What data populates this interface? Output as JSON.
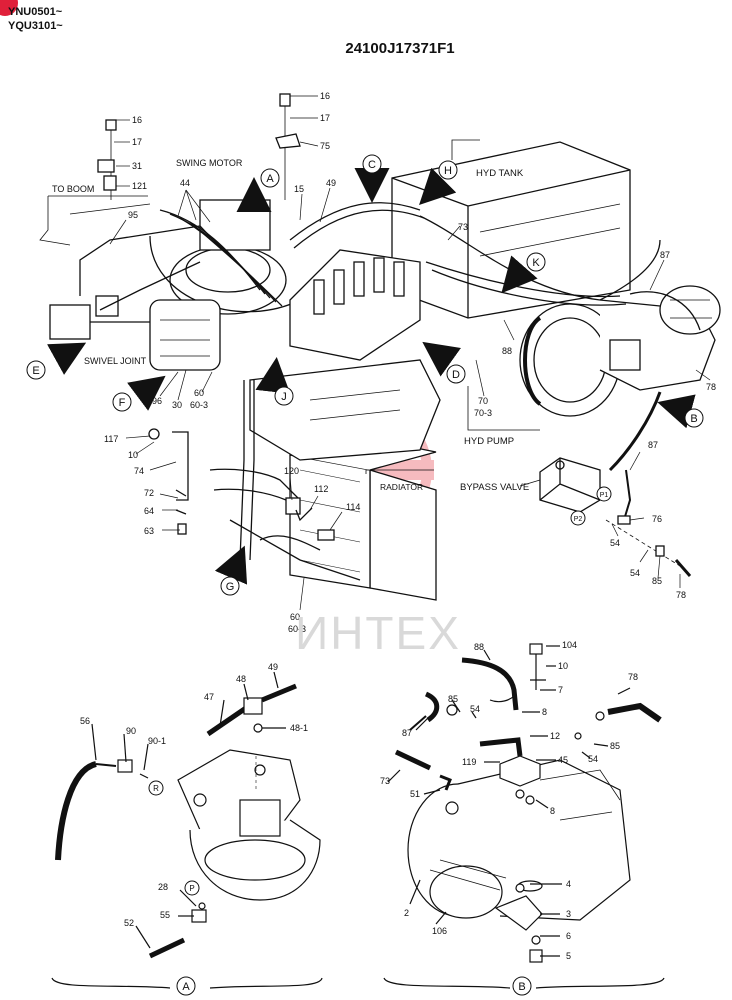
{
  "header": {
    "serials": [
      "YNU0501~",
      "YQU3101~"
    ],
    "doc_code": "24100J17371F1"
  },
  "watermark": {
    "text": "ИНТЕХ",
    "color": "#e8404a"
  },
  "labels": {
    "swing_motor": "SWING MOTOR",
    "to_boom": "TO BOOM",
    "swivel_joint": "SWIVEL JOINT",
    "hyd_tank": "HYD TANK",
    "hyd_pump": "HYD PUMP",
    "radiator": "RADIATOR",
    "bypass_valve": "BYPASS VALVE"
  },
  "views": {
    "A": "A",
    "B": "B",
    "C": "C",
    "D": "D",
    "E": "E",
    "F": "F",
    "G": "G",
    "H": "H",
    "J": "J",
    "K": "K"
  },
  "ports": {
    "P": "P",
    "R": "R",
    "P1": "P1",
    "P2": "P2"
  },
  "callouts_main": {
    "c16a": "16",
    "c17a": "17",
    "c16b": "16",
    "c17b": "17",
    "c75": "75",
    "c31": "31",
    "c121": "121",
    "c44": "44",
    "c15": "15",
    "c49": "49",
    "c73": "73",
    "c95": "95",
    "c87a": "87",
    "c88a": "88",
    "c78a": "78",
    "c96": "96",
    "c30": "30",
    "c60a": "60",
    "c603a": "60-3",
    "c70": "70",
    "c703": "70-3",
    "c117": "117",
    "c10a": "10",
    "c74": "74",
    "c72": "72",
    "c64": "64",
    "c63": "63",
    "c120": "120",
    "c112": "112",
    "c114": "114",
    "c60b": "60",
    "c603b": "60-3",
    "c87b": "87",
    "c76": "76",
    "c54a": "54",
    "c54b": "54",
    "c85a": "85",
    "c78b": "78"
  },
  "callouts_a": {
    "c47": "47",
    "c48": "48",
    "c49": "49",
    "c481": "48-1",
    "c56": "56",
    "c90": "90",
    "c901": "90-1",
    "c28": "28",
    "c55": "55",
    "c52": "52"
  },
  "callouts_b": {
    "c88": "88",
    "c104": "104",
    "c10": "10",
    "c7": "7",
    "c85a": "85",
    "c54a": "54",
    "c87": "87",
    "c8a": "8",
    "c12": "12",
    "c45": "45",
    "c119": "119",
    "c73": "73",
    "c51": "51",
    "c8b": "8",
    "c78": "78",
    "c85b": "85",
    "c54b": "54",
    "c4": "4",
    "c2": "2",
    "c106": "106",
    "c3": "3",
    "c6": "6",
    "c5": "5"
  }
}
